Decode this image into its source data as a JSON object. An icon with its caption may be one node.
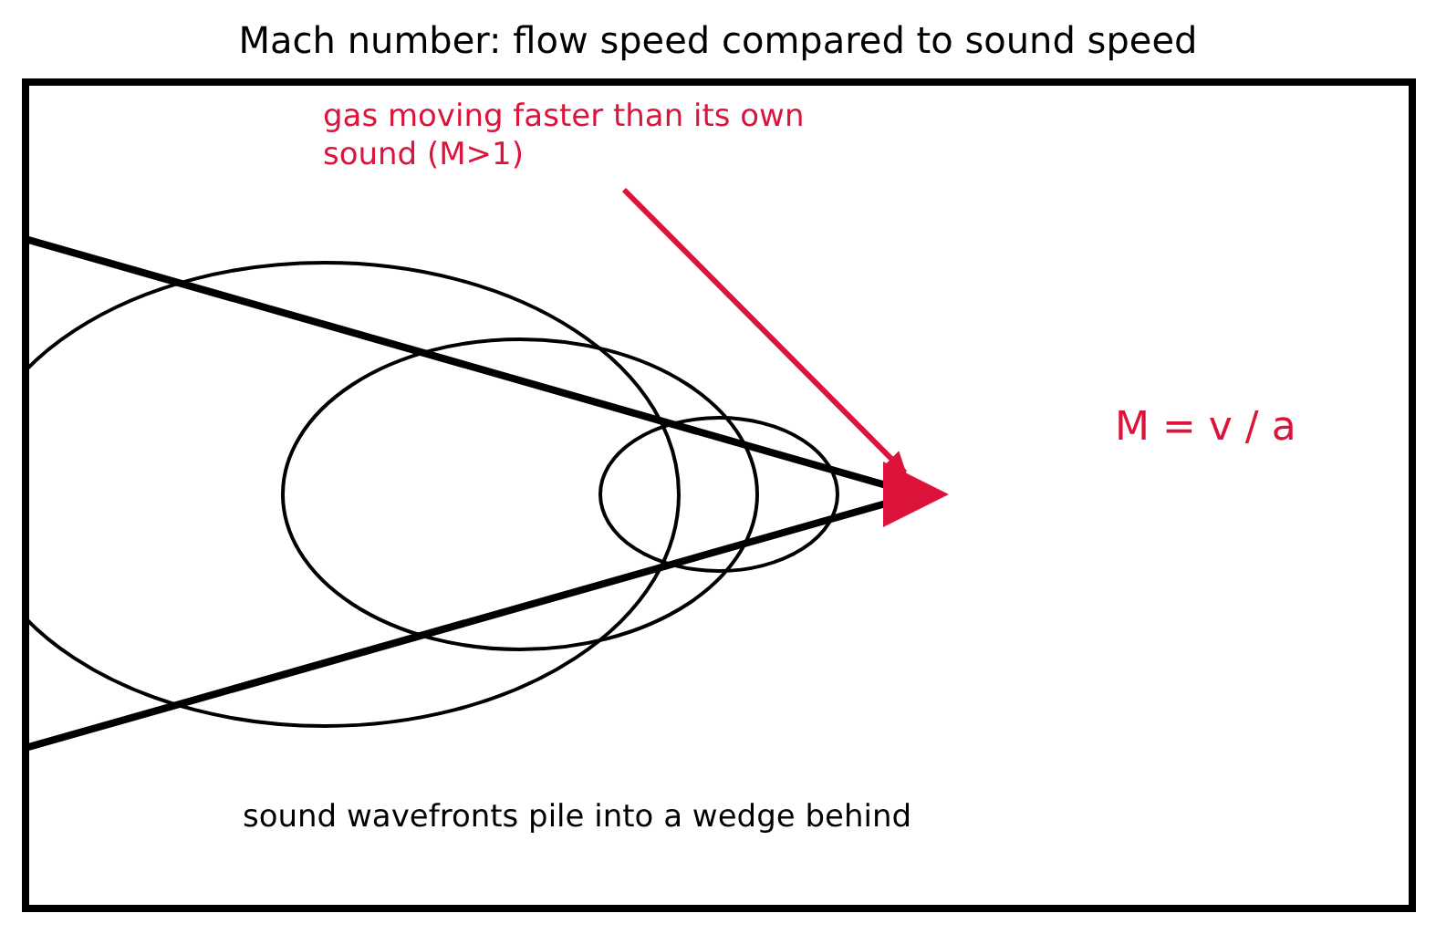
{
  "diagram": {
    "title": "Mach number: flow speed compared to sound speed",
    "nodes": [
      {
        "text": [
          "gas moving faster than its own sound (M>1)"
        ]
      },
      {
        "text": [],
        "shape": "triangle"
      }
    ],
    "edges": [
      {
        "from": 0,
        "to": 1,
        "arrow": "to"
      }
    ],
    "labels": [
      "M = v / a",
      "sound wavefronts pile into a wedge behind"
    ]
  }
}
